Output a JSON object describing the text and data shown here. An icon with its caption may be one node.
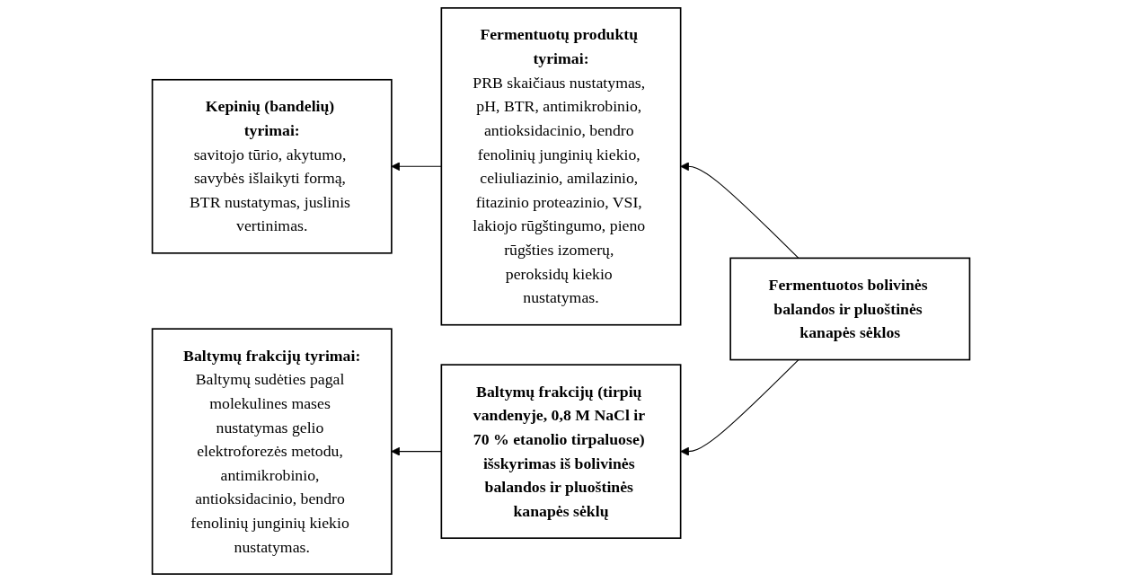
{
  "diagram": {
    "nodes": [
      {
        "text": [
          "Kepinių (bandelių) tyrimai:",
          "savitojo tūrio, akytumo, savybės išlaikyti formą, BTR nustatymas, juslinis vertinimas."
        ]
      },
      {
        "text": [
          "Fermentuotų produktų tyrimai:",
          "PRB skaičiaus nustatymas, pH, BTR, antimikrobinio, antioksidacinio, bendro fenolinių junginių kiekio, celiuliazinio, amilazinio, fitazinio proteazinio, VSI, lakiojo rūgštingumo, pieno rūgšties izomerų, peroksidų kiekio nustatymas."
        ]
      },
      {
        "text": [
          "Fermentuotos bolivinės balandos ir pluoštinės kanapės sėklos"
        ]
      },
      {
        "text": [
          "Baltymų frakcijų (tirpių vandenyje, 0,8 M NaCl ir 70 % etanolio tirpaluose) išskyrimas iš bolivinės balandos ir pluoštinės kanapės sėklų"
        ]
      },
      {
        "text": [
          "Baltymų frakcijų tyrimai:",
          "Baltymų sudėties pagal molekulines mases nustatymas gelio elektroforezės metodu, antimikrobinio, antioksidacinio, bendro fenolinių junginių kiekio nustatymas."
        ]
      }
    ],
    "edges": [
      {
        "from": 2,
        "to": 1,
        "arrow": "to"
      },
      {
        "from": 1,
        "to": 0,
        "arrow": "to"
      },
      {
        "from": 2,
        "to": 3,
        "arrow": "to"
      },
      {
        "from": 3,
        "to": 4,
        "arrow": "to"
      }
    ]
  }
}
